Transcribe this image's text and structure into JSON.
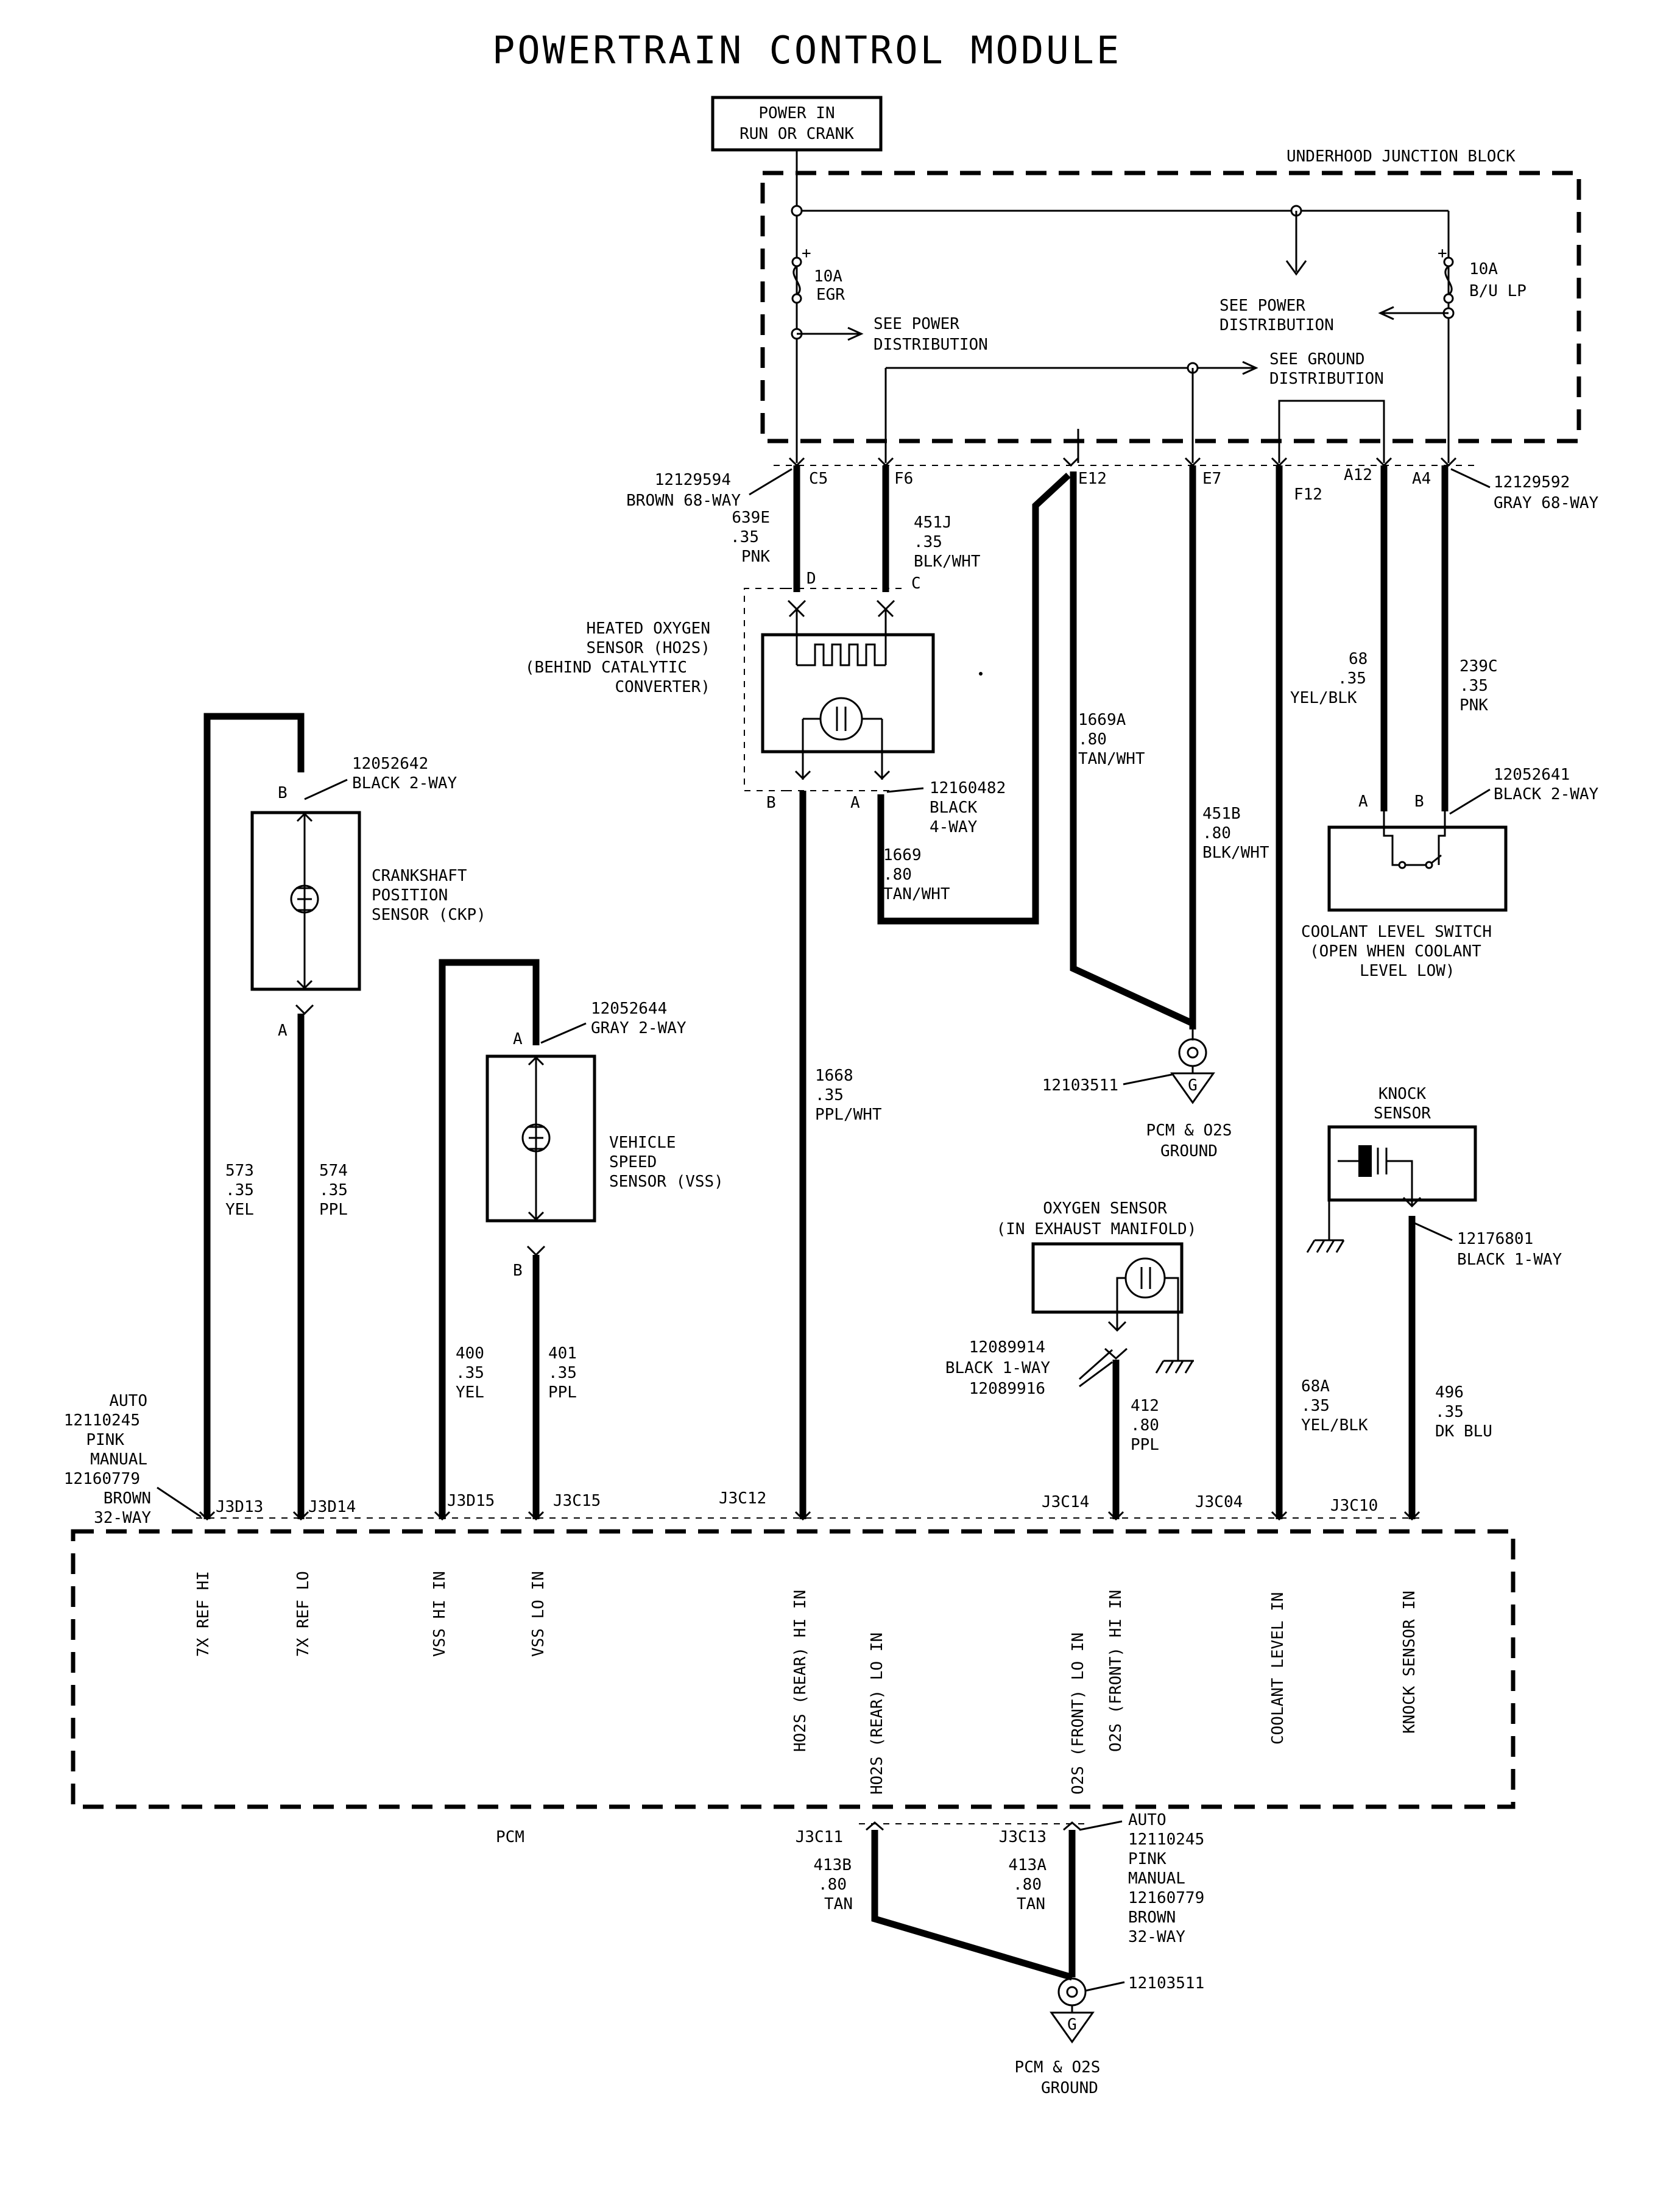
{
  "title": "POWERTRAIN CONTROL MODULE",
  "power_label": [
    "POWER IN",
    "RUN OR CRANK"
  ],
  "junction_block": {
    "label": "UNDERHOOD JUNCTION BLOCK",
    "fuse_egr": [
      "10A",
      "EGR"
    ],
    "fuse_bu": [
      "10A",
      "B/U LP"
    ],
    "see_power_1": [
      "SEE POWER",
      "DISTRIBUTION"
    ],
    "see_power_2": [
      "SEE POWER",
      "DISTRIBUTION"
    ],
    "see_ground": [
      "SEE GROUND",
      "DISTRIBUTION"
    ]
  },
  "connectors": {
    "left_part": [
      "12129594",
      "BROWN 68-WAY"
    ],
    "right_part": [
      "12129592",
      "GRAY 68-WAY"
    ],
    "pins": [
      "C5",
      "F6",
      "E12",
      "E7",
      "F12",
      "A12",
      "A4"
    ]
  },
  "wires": {
    "w639e": [
      "639E",
      ".35",
      "PNK"
    ],
    "w451j": [
      "451J",
      ".35",
      "BLK/WHT"
    ],
    "w1669a": [
      "1669A",
      ".80",
      "TAN/WHT"
    ],
    "w451b": [
      "451B",
      ".80",
      "BLK/WHT"
    ],
    "w68": [
      "68",
      ".35",
      "YEL/BLK"
    ],
    "w239c": [
      "239C",
      ".35",
      "PNK"
    ],
    "w1669": [
      "1669",
      ".80",
      "TAN/WHT"
    ],
    "w1668": [
      "1668",
      ".35",
      "PPL/WHT"
    ],
    "w573": [
      "573",
      ".35",
      "YEL"
    ],
    "w574": [
      "574",
      ".35",
      "PPL"
    ],
    "w400": [
      "400",
      ".35",
      "YEL"
    ],
    "w401": [
      "401",
      ".35",
      "PPL"
    ],
    "w412": [
      "412",
      ".80",
      "PPL"
    ],
    "w68a": [
      "68A",
      ".35",
      "YEL/BLK"
    ],
    "w496": [
      "496",
      ".35",
      "DK BLU"
    ],
    "w413b": [
      "413B",
      ".80",
      "TAN"
    ],
    "w413a": [
      "413A",
      ".80",
      "TAN"
    ]
  },
  "ho2s": {
    "label": [
      "HEATED OXYGEN",
      "SENSOR (HO2S)",
      "(BEHIND CATALYTIC",
      "CONVERTER)"
    ],
    "pin_d": "D",
    "pin_c": "C",
    "pin_b": "B",
    "pin_a": "A",
    "part": [
      "12160482",
      "BLACK",
      "4-WAY"
    ]
  },
  "ckp": {
    "label": [
      "CRANKSHAFT",
      "POSITION",
      "SENSOR (CKP)"
    ],
    "part": [
      "12052642",
      "BLACK 2-WAY"
    ],
    "pin_b": "B",
    "pin_a": "A"
  },
  "vss": {
    "label": [
      "VEHICLE",
      "SPEED",
      "SENSOR (VSS)"
    ],
    "part": [
      "12052644",
      "GRAY 2-WAY"
    ],
    "pin_a": "A",
    "pin_b": "B"
  },
  "coolant": {
    "label": [
      "COOLANT   LEVEL   SWITCH",
      "(OPEN WHEN COOLANT",
      "LEVEL LOW)"
    ],
    "part": [
      "12052641",
      "BLACK 2-WAY"
    ],
    "pin_a": "A",
    "pin_b": "B"
  },
  "knock": {
    "label": [
      "KNOCK",
      "SENSOR"
    ],
    "part": [
      "12176801",
      "BLACK 1-WAY"
    ]
  },
  "o2s": {
    "label": [
      "OXYGEN   SENSOR",
      "(IN EXHAUST MANIFOLD)"
    ],
    "part": [
      "12089914",
      "BLACK 1-WAY",
      "12089916"
    ]
  },
  "grounds": {
    "g1_part": "12103511",
    "g1_label": [
      "PCM & O2S",
      "GROUND"
    ],
    "g2_part": "12103511",
    "g2_label": [
      "PCM & O2S",
      "GROUND"
    ],
    "symbol": "G"
  },
  "pcm": {
    "label": "PCM",
    "left_connector": [
      "AUTO",
      "12110245",
      "PINK",
      "MANUAL",
      "12160779",
      "BROWN",
      "32-WAY"
    ],
    "bottom_connector": [
      "AUTO",
      "12110245",
      "PINK",
      "MANUAL",
      "12160779",
      "BROWN",
      "32-WAY"
    ],
    "top_pins": [
      "J3D13",
      "J3D14",
      "J3D15",
      "J3C15",
      "J3C12",
      "J3C14",
      "J3C04",
      "J3C10"
    ],
    "bottom_pins": [
      "J3C11",
      "J3C13"
    ],
    "functions": [
      "7X REF HI",
      "7X REF LO",
      "VSS HI IN",
      "VSS LO IN",
      "HO2S (REAR) HI IN",
      "HO2S (REAR) LO IN",
      "O2S (FRONT) LO IN",
      "O2S (FRONT) HI IN",
      "COOLANT LEVEL IN",
      "KNOCK SENSOR IN"
    ]
  }
}
